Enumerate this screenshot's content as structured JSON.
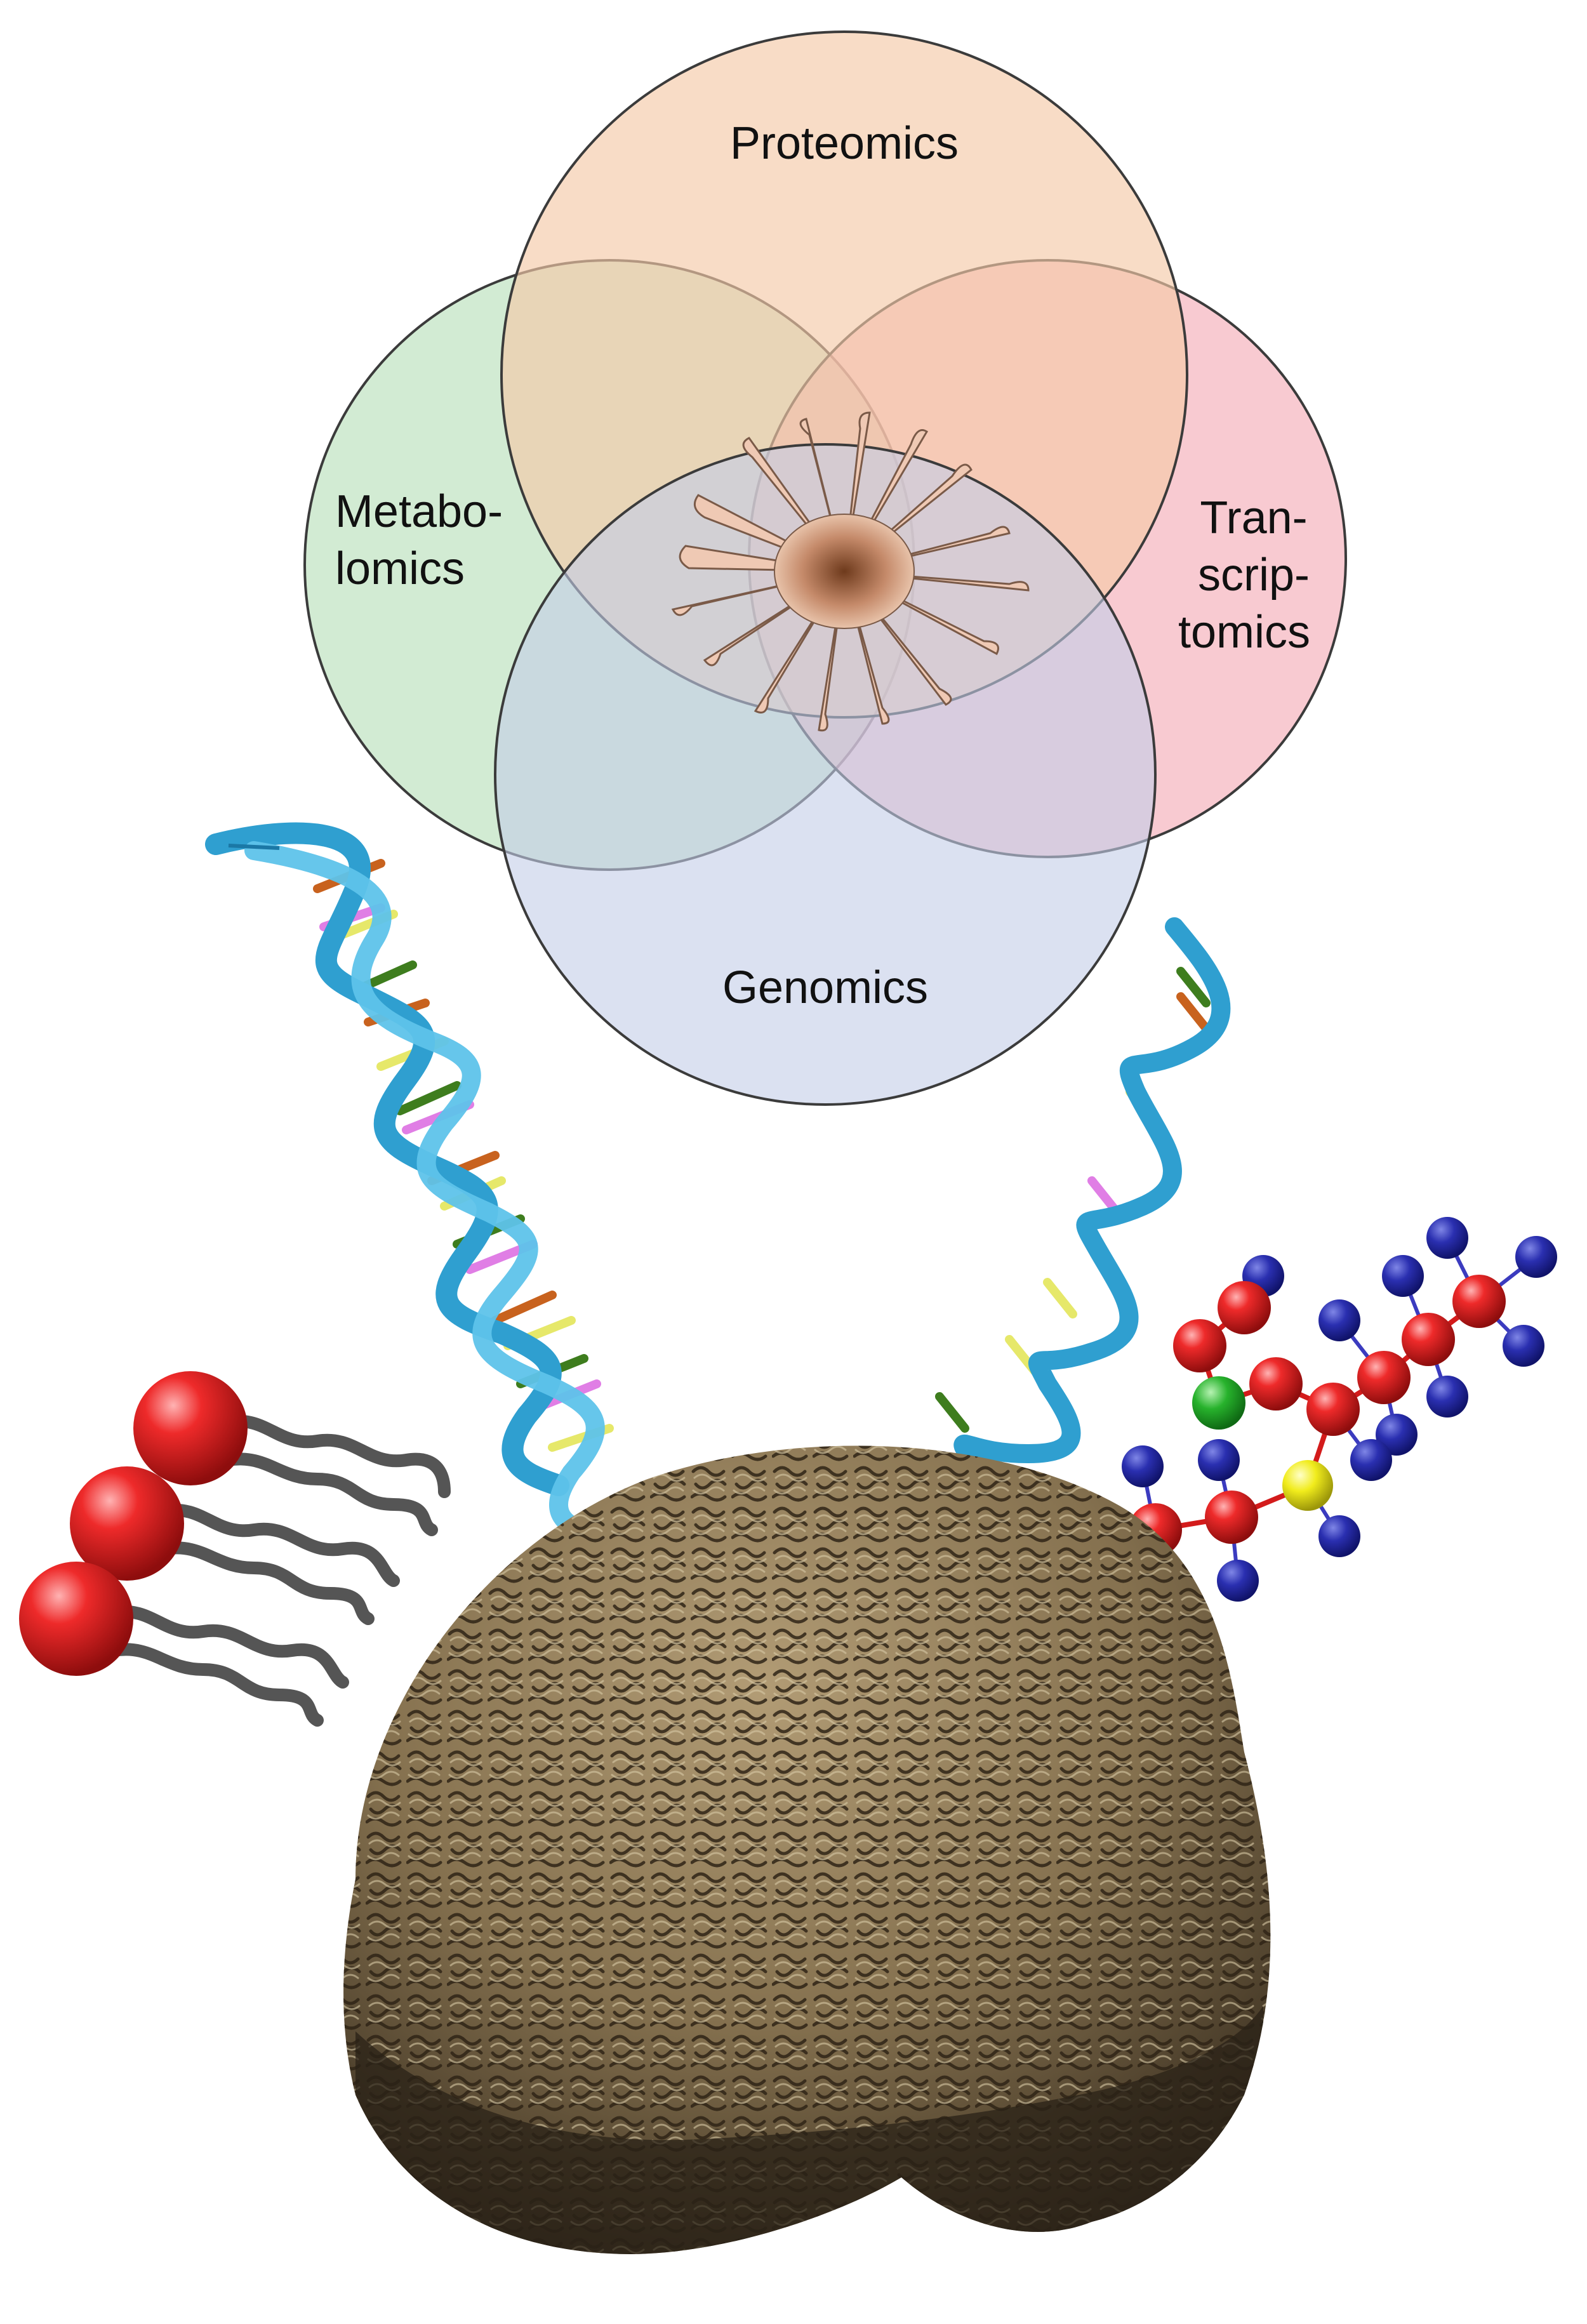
{
  "venn": {
    "labels": {
      "proteomics": "Proteomics",
      "metabolomics_1": "Metabo-",
      "metabolomics_2": "lomics",
      "transcriptomics_1": "Tran-",
      "transcriptomics_2": "scrip-",
      "transcriptomics_3": "tomics",
      "genomics": "Genomics"
    },
    "colors": {
      "proteomics": "#f4c9a8",
      "metabolomics": "#bfe3c0",
      "transcriptomics": "#f3a6b3",
      "genomics": "#c3cde8"
    }
  },
  "illustrations": [
    "sea-anemone-polyp",
    "double-strand-dna-helix",
    "single-strand-rna-helix",
    "phospholipid-molecules",
    "ball-and-stick-metabolite-molecule",
    "brain-coral-photo"
  ]
}
